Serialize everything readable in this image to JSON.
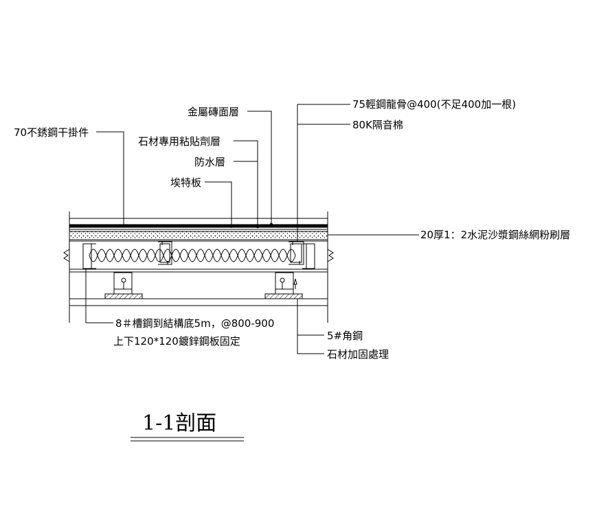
{
  "title": "1-1剖面",
  "labels": {
    "stainless_hanger": "70不銹鋼干掛件",
    "metal_tile_layer": "金屬磚面層",
    "stone_adhesive": "石材專用粘貼劑層",
    "waterproof": "防水層",
    "eternit_board": "埃特板",
    "light_steel_keel": "75輕鋼龍骨@400(不足400加一根)",
    "acoustic_wool": "80K隔音棉",
    "mortar_plaster": "20厚1：2水泥沙漿鋼絲網粉刷層",
    "channel_steel_line1": "8＃槽鋼到結構底5m，@800-900",
    "channel_steel_line2": "上下120*120鍍鋅鋼板固定",
    "angle_steel": "5#角鋼",
    "stone_reinforce": "石材加固處理"
  }
}
